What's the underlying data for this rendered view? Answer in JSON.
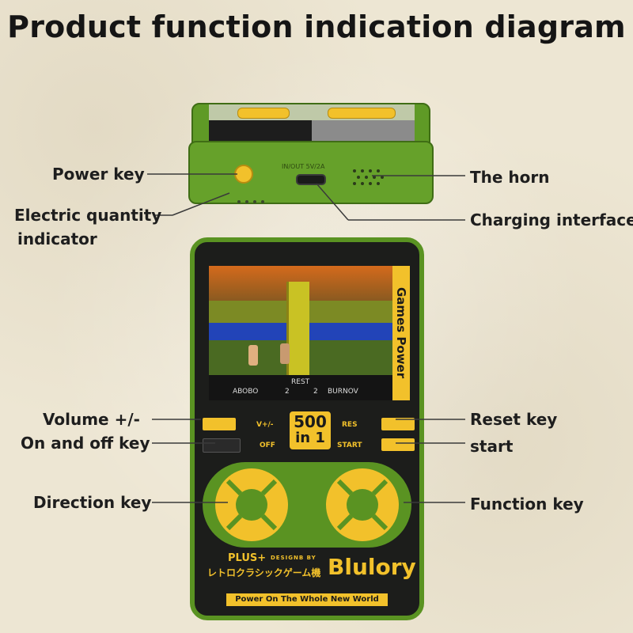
{
  "title": "Product function indication diagram",
  "labels": {
    "power_key": "Power key",
    "electric_line1": "Electric quantity",
    "electric_line2": "indicator",
    "horn": "The horn",
    "charging": "Charging interface",
    "volume": "Volume +/-",
    "on_off": "On and off key",
    "direction": "Direction key",
    "reset": "Reset key",
    "start": "start",
    "function": "Function key"
  },
  "device": {
    "port_text": "IN/OUT 5V/2A",
    "screen_banner": "Games Power",
    "hud_left": "ABOBO",
    "hud_center": "REST",
    "hud_num1": "2",
    "hud_num2": "2",
    "hud_right": "BURNOV",
    "vol_text": "V+/-",
    "off_text": "OFF",
    "res_text": "RES",
    "start_text": "START",
    "badge_line1": "500",
    "badge_line2": "in 1",
    "plus_text": "PLUS+",
    "designed_text": "DESIGNB BY",
    "jp_text": "レトロクラシックゲーム機",
    "brand": "Blulory",
    "tagline": "Power On The Whole New World"
  },
  "colors": {
    "body_green": "#5a9322",
    "accent_yellow": "#f2c12b",
    "dark": "#1c1d1b"
  }
}
